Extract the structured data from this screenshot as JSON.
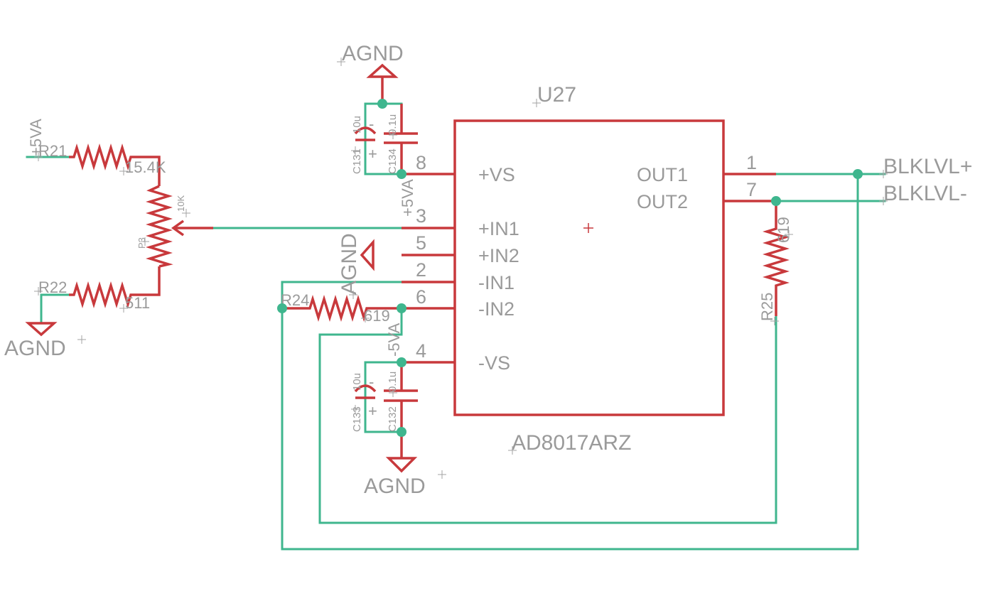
{
  "chip": {
    "name": "U27",
    "value": "AD8017ARZ",
    "pins": [
      {
        "num": "8",
        "name": "+VS"
      },
      {
        "num": "3",
        "name": "+IN1"
      },
      {
        "num": "5",
        "name": "+IN2"
      },
      {
        "num": "2",
        "name": "-IN1"
      },
      {
        "num": "6",
        "name": "-IN2"
      },
      {
        "num": "4",
        "name": "-VS"
      },
      {
        "num": "1",
        "name": "OUT1"
      },
      {
        "num": "7",
        "name": "OUT2"
      }
    ]
  },
  "nets": {
    "agnd": "AGND",
    "plus5va": "+5VA",
    "minus5va": "-5VA",
    "blklvl_plus": "BLKLVL+",
    "blklvl_minus": "BLKLVL-"
  },
  "parts": {
    "r21": {
      "name": "R21",
      "value": "15.4K"
    },
    "r22": {
      "name": "R22",
      "value": "511"
    },
    "r24": {
      "name": "R24",
      "value": "619"
    },
    "r25": {
      "name": "R25",
      "value": "619"
    },
    "p3": {
      "name": "P3",
      "value": "10K"
    },
    "c131": {
      "name": "C131",
      "value": "10u"
    },
    "c134": {
      "name": "C134",
      "value": "0.1u"
    },
    "c133": {
      "name": "C133",
      "value": "10u"
    },
    "c132": {
      "name": "C132",
      "value": "0.1u"
    }
  },
  "polarity": {
    "plus": "+",
    "minus": "-"
  }
}
